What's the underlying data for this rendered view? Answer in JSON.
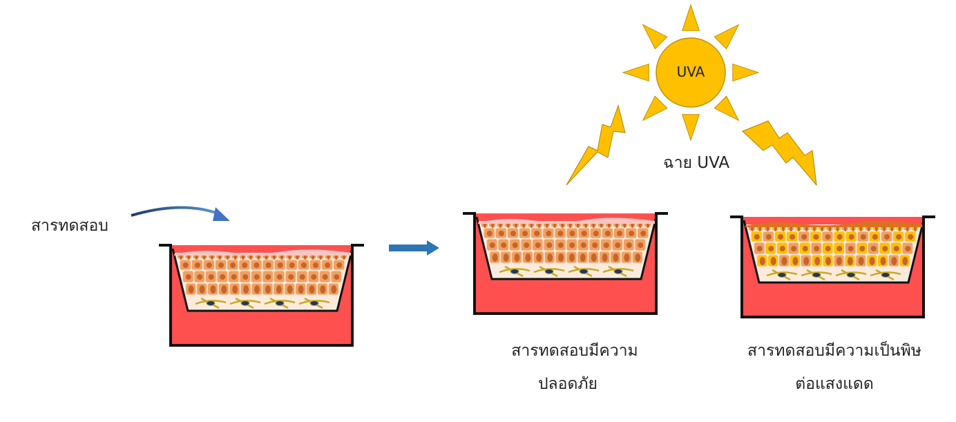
{
  "labels": {
    "test_substance": "สารทดสอบ",
    "irradiate": "ฉาย UVA",
    "sun": "UVA",
    "safe_line1": "สารทดสอบมีความ",
    "safe_line2": "ปลอดภัย",
    "toxic_line1": "สารทดสอบมีความเป็นพิษ",
    "toxic_line2": "ต่อแสงแดด"
  },
  "colors": {
    "medium": "#FF5050",
    "cell": "#F0A060",
    "cell_nucleus": "#C8642A",
    "damaged_cell": "#FFC000",
    "sun": "#FFC000",
    "arrow": "#2E75B6"
  },
  "dishes": [
    {
      "id": "initial",
      "damaged": false
    },
    {
      "id": "safe",
      "damaged": false
    },
    {
      "id": "phototoxic",
      "damaged": true
    }
  ]
}
